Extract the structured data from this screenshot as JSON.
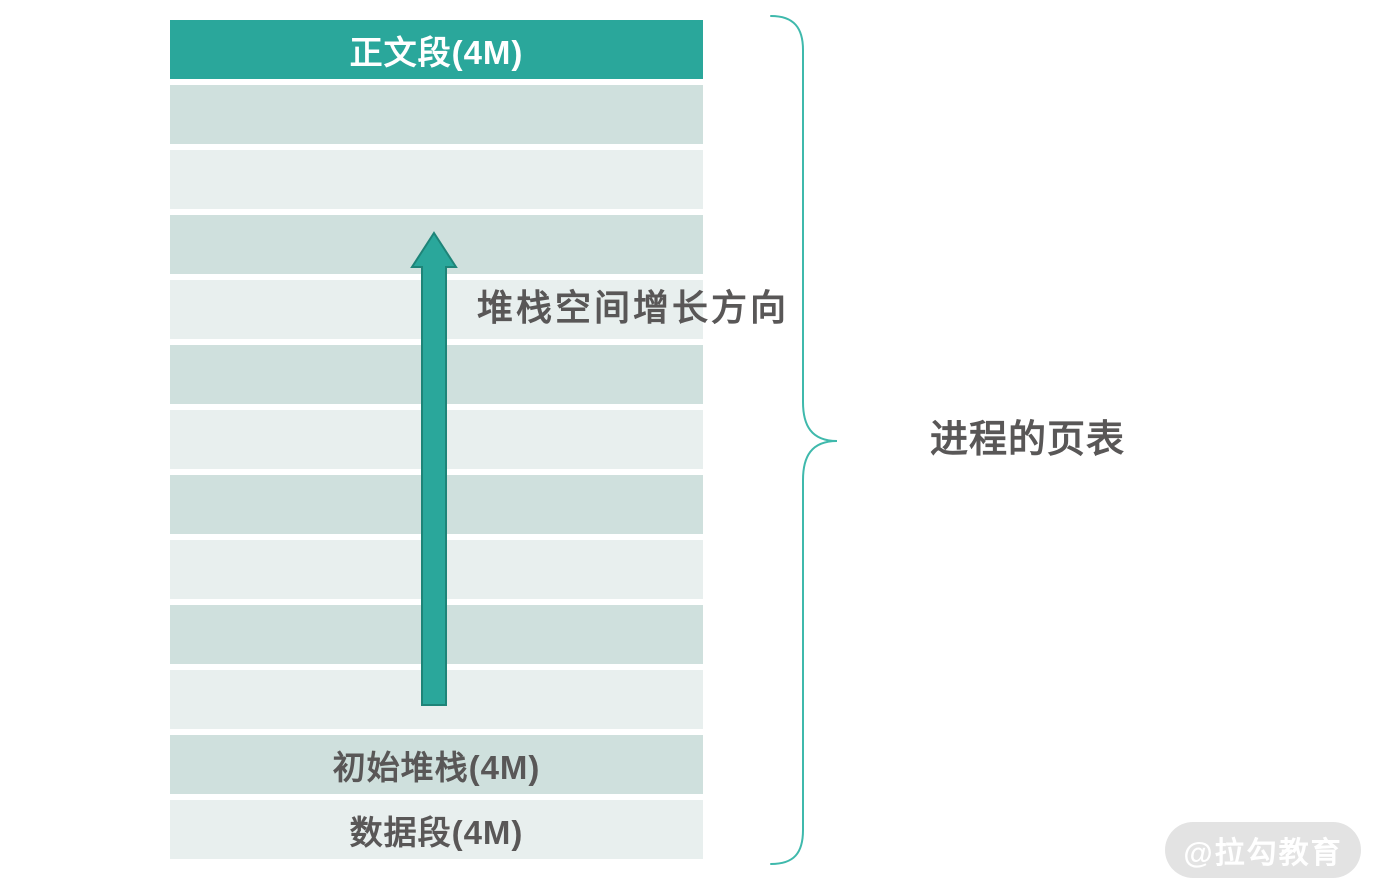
{
  "colors": {
    "canvas-bg": "#ffffff",
    "header-bg": "#2aa79b",
    "header-text": "#ffffff",
    "row-dark": "#cfe0dd",
    "row-light": "#e8efee",
    "arrow-fill": "#2aa79b",
    "arrow-border": "#1e8478",
    "brace-stroke": "#3fb9ac",
    "text-dark": "#595757",
    "watermark-bg": "#e3e3e3",
    "watermark-text": "#ffffff"
  },
  "diagram": {
    "header": {
      "label": "正文段(4M)"
    },
    "rows": [
      {
        "label": ""
      },
      {
        "label": ""
      },
      {
        "label": ""
      },
      {
        "label": ""
      },
      {
        "label": ""
      },
      {
        "label": ""
      },
      {
        "label": ""
      },
      {
        "label": ""
      },
      {
        "label": ""
      },
      {
        "label": ""
      },
      {
        "label": "初始堆栈(4M)"
      },
      {
        "label": "数据段(4M)"
      }
    ],
    "arrow_label": "堆栈空间增长方向",
    "brace_label": "进程的页表",
    "watermark": {
      "text": "@拉勾教育"
    }
  }
}
